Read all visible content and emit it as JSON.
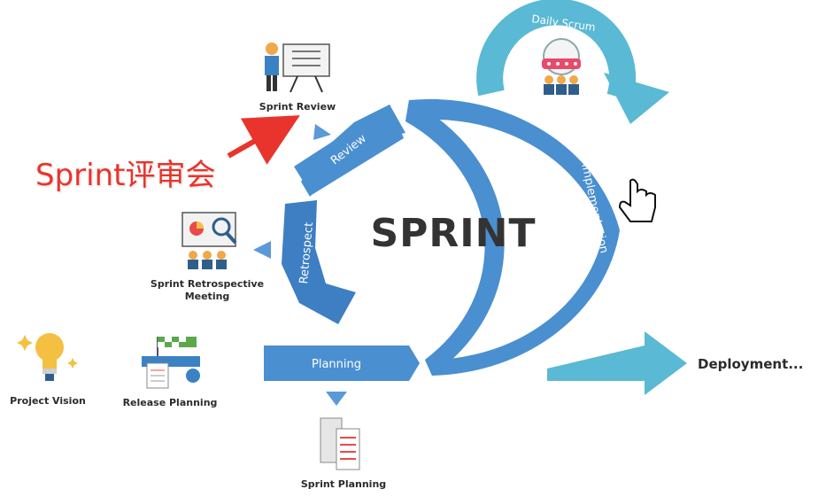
{
  "center_title": "SPRINT",
  "ring_labels": {
    "review": "Review",
    "retrospect": "Retrospect",
    "planning": "Planning",
    "implementation": "Implementation"
  },
  "loop_label": "Daily Scrum",
  "nodes": {
    "sprint_review": "Sprint Review",
    "sprint_retrospective_line1": "Sprint Retrospective",
    "sprint_retrospective_line2": "Meeting",
    "project_vision": "Project Vision",
    "release_planning": "Release Planning",
    "sprint_planning": "Sprint Planning",
    "deployment": "Deployment..."
  },
  "annotation": "Sprint评审会",
  "colors": {
    "ring_blue": "#4a8fd0",
    "ring_dark": "#3d7fc2",
    "loop_teal": "#5ab9d4",
    "annotation_red": "#e8342c"
  },
  "icons": [
    "presenter-board-icon",
    "stopwatch-team-icon",
    "magnifier-chart-icon",
    "lightbulb-icon",
    "checkered-flag-icon",
    "documents-icon",
    "hand-cursor-icon"
  ]
}
